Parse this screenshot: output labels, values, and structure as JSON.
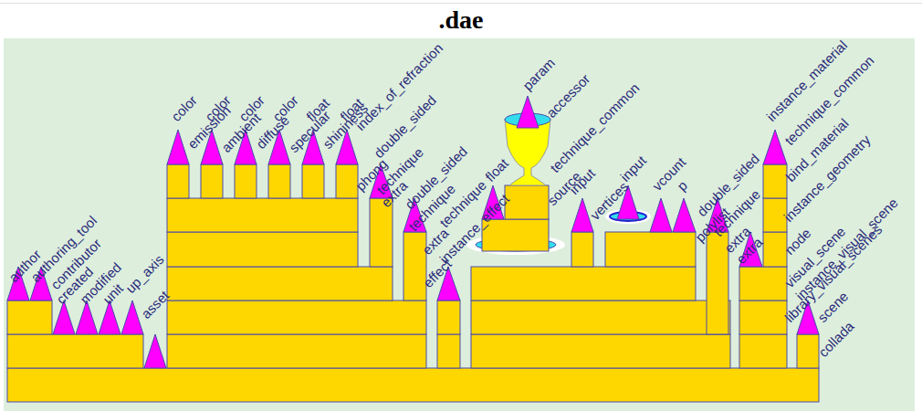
{
  "diagram": {
    "title": ".dae",
    "labels": [
      "author",
      "authoring_tool",
      "contributor",
      "created",
      "modified",
      "unit",
      "up_axis",
      "asset",
      "color",
      "emission",
      "color",
      "ambient",
      "color",
      "diffuse",
      "color",
      "specular",
      "float",
      "shininess",
      "float",
      "index_of_refraction",
      "double_sided",
      "phong",
      "technique",
      "extra",
      "double_sided",
      "technique",
      "extra",
      "effect",
      "technique",
      "instance_effect",
      "float",
      "param",
      "accessor",
      "technique_common",
      "source",
      "input",
      "vertices",
      "input",
      "vcount",
      "p",
      "double_sided",
      "polylist",
      "technique",
      "extra",
      "instance_material",
      "technique_common",
      "bind_material",
      "instance_geometry",
      "node",
      "extra",
      "visual_scene",
      "instance_visual_scene",
      "library_visual_scenes",
      "scene",
      "collada"
    ]
  }
}
